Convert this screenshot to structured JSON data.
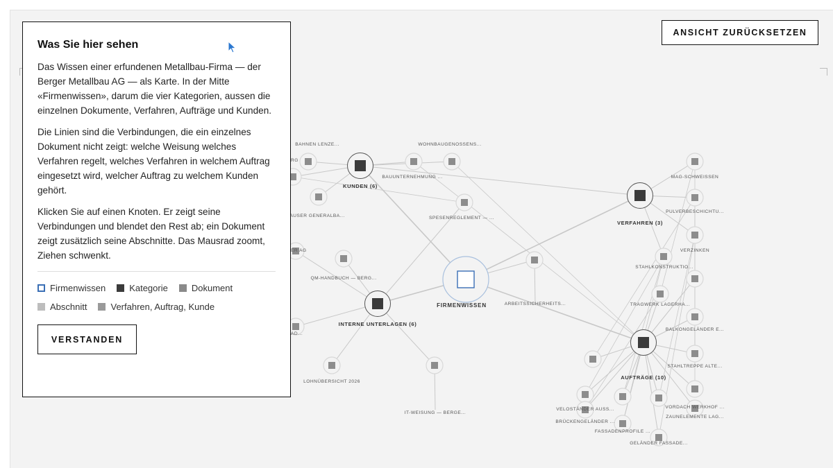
{
  "reset_button": "ANSICHT ZURÜCKSETZEN",
  "panel": {
    "title": "Was Sie hier sehen",
    "paragraphs": [
      "Das Wissen einer erfundenen Metallbau-Firma — der Berger Metallbau AG — als Karte. In der Mitte «Firmenwissen», darum die vier Kategorien, aussen die einzelnen Dokumente, Verfahren, Aufträge und Kunden.",
      "Die Linien sind die Verbindungen, die ein einzelnes Dokument nicht zeigt: welche Weisung welches Verfahren regelt, welches Verfahren in welchem Auftrag eingesetzt wird, welcher Auftrag zu welchem Kunden gehört.",
      "Klicken Sie auf einen Knoten. Er zeigt seine Verbindungen und blendet den Rest ab; ein Dokument zeigt zusätzlich seine Abschnitte. Das Mausrad zoomt, Ziehen schwenkt."
    ],
    "legend": [
      {
        "label": "Firmenwissen",
        "color": "#3a6fb5",
        "style": "outline"
      },
      {
        "label": "Kategorie",
        "color": "#3b3b3b",
        "style": "fill"
      },
      {
        "label": "Dokument",
        "color": "#8a8a8a",
        "style": "fill"
      },
      {
        "label": "Abschnitt",
        "color": "#bdbdbd",
        "style": "fill"
      },
      {
        "label": "Verfahren, Auftrag, Kunde",
        "color": "#9a9a9a",
        "style": "fill"
      }
    ],
    "understood_button": "VERSTANDEN"
  },
  "graph": {
    "colors": {
      "center": "#3a6fb5",
      "category": "#3b3b3b",
      "document": "#8d8d8d",
      "edge": "#c8c8c8",
      "label": "#555555"
    },
    "center_label": "FIRMENWISSEN",
    "categories": [
      "KUNDEN (6)",
      "VERFAHREN (3)",
      "INTERNE UNTERLAGEN (6)",
      "AUFTRÄGE (10)"
    ],
    "node_labels": [
      "BAHNEN LENZE...",
      "RG",
      "AUSER GENERALBA...",
      "ER AG",
      "AD...",
      "WOHNBAUGENOSSENS...",
      "BAUUNTERNEHMUNG ...",
      "SPESENREGLEMENT — ...",
      "QM-HANDBUCH — BERG...",
      "LOHNÜBERSICHT 2026",
      "IT-WEISUNG — BERGE...",
      "ARBEITSSICHERHEITS...",
      "MAG-SCHWEISSEN",
      "PULVERBESCHICHTU...",
      "VERZINKEN",
      "STAHLKONSTRUKTIO...",
      "TRAGWERK LAGERHA...",
      "BALKONGELÄNDER E...",
      "STAHLTREPPE ALTE...",
      "VORDACH WERKHOF ...",
      "ZAUNELEMENTE LAG...",
      "VELOSTÄNDER AUSS...",
      "BRÜCKENGELÄNDER ...",
      "FASSADENPROFILE ...",
      "GELÄNDER FASSADE..."
    ]
  }
}
